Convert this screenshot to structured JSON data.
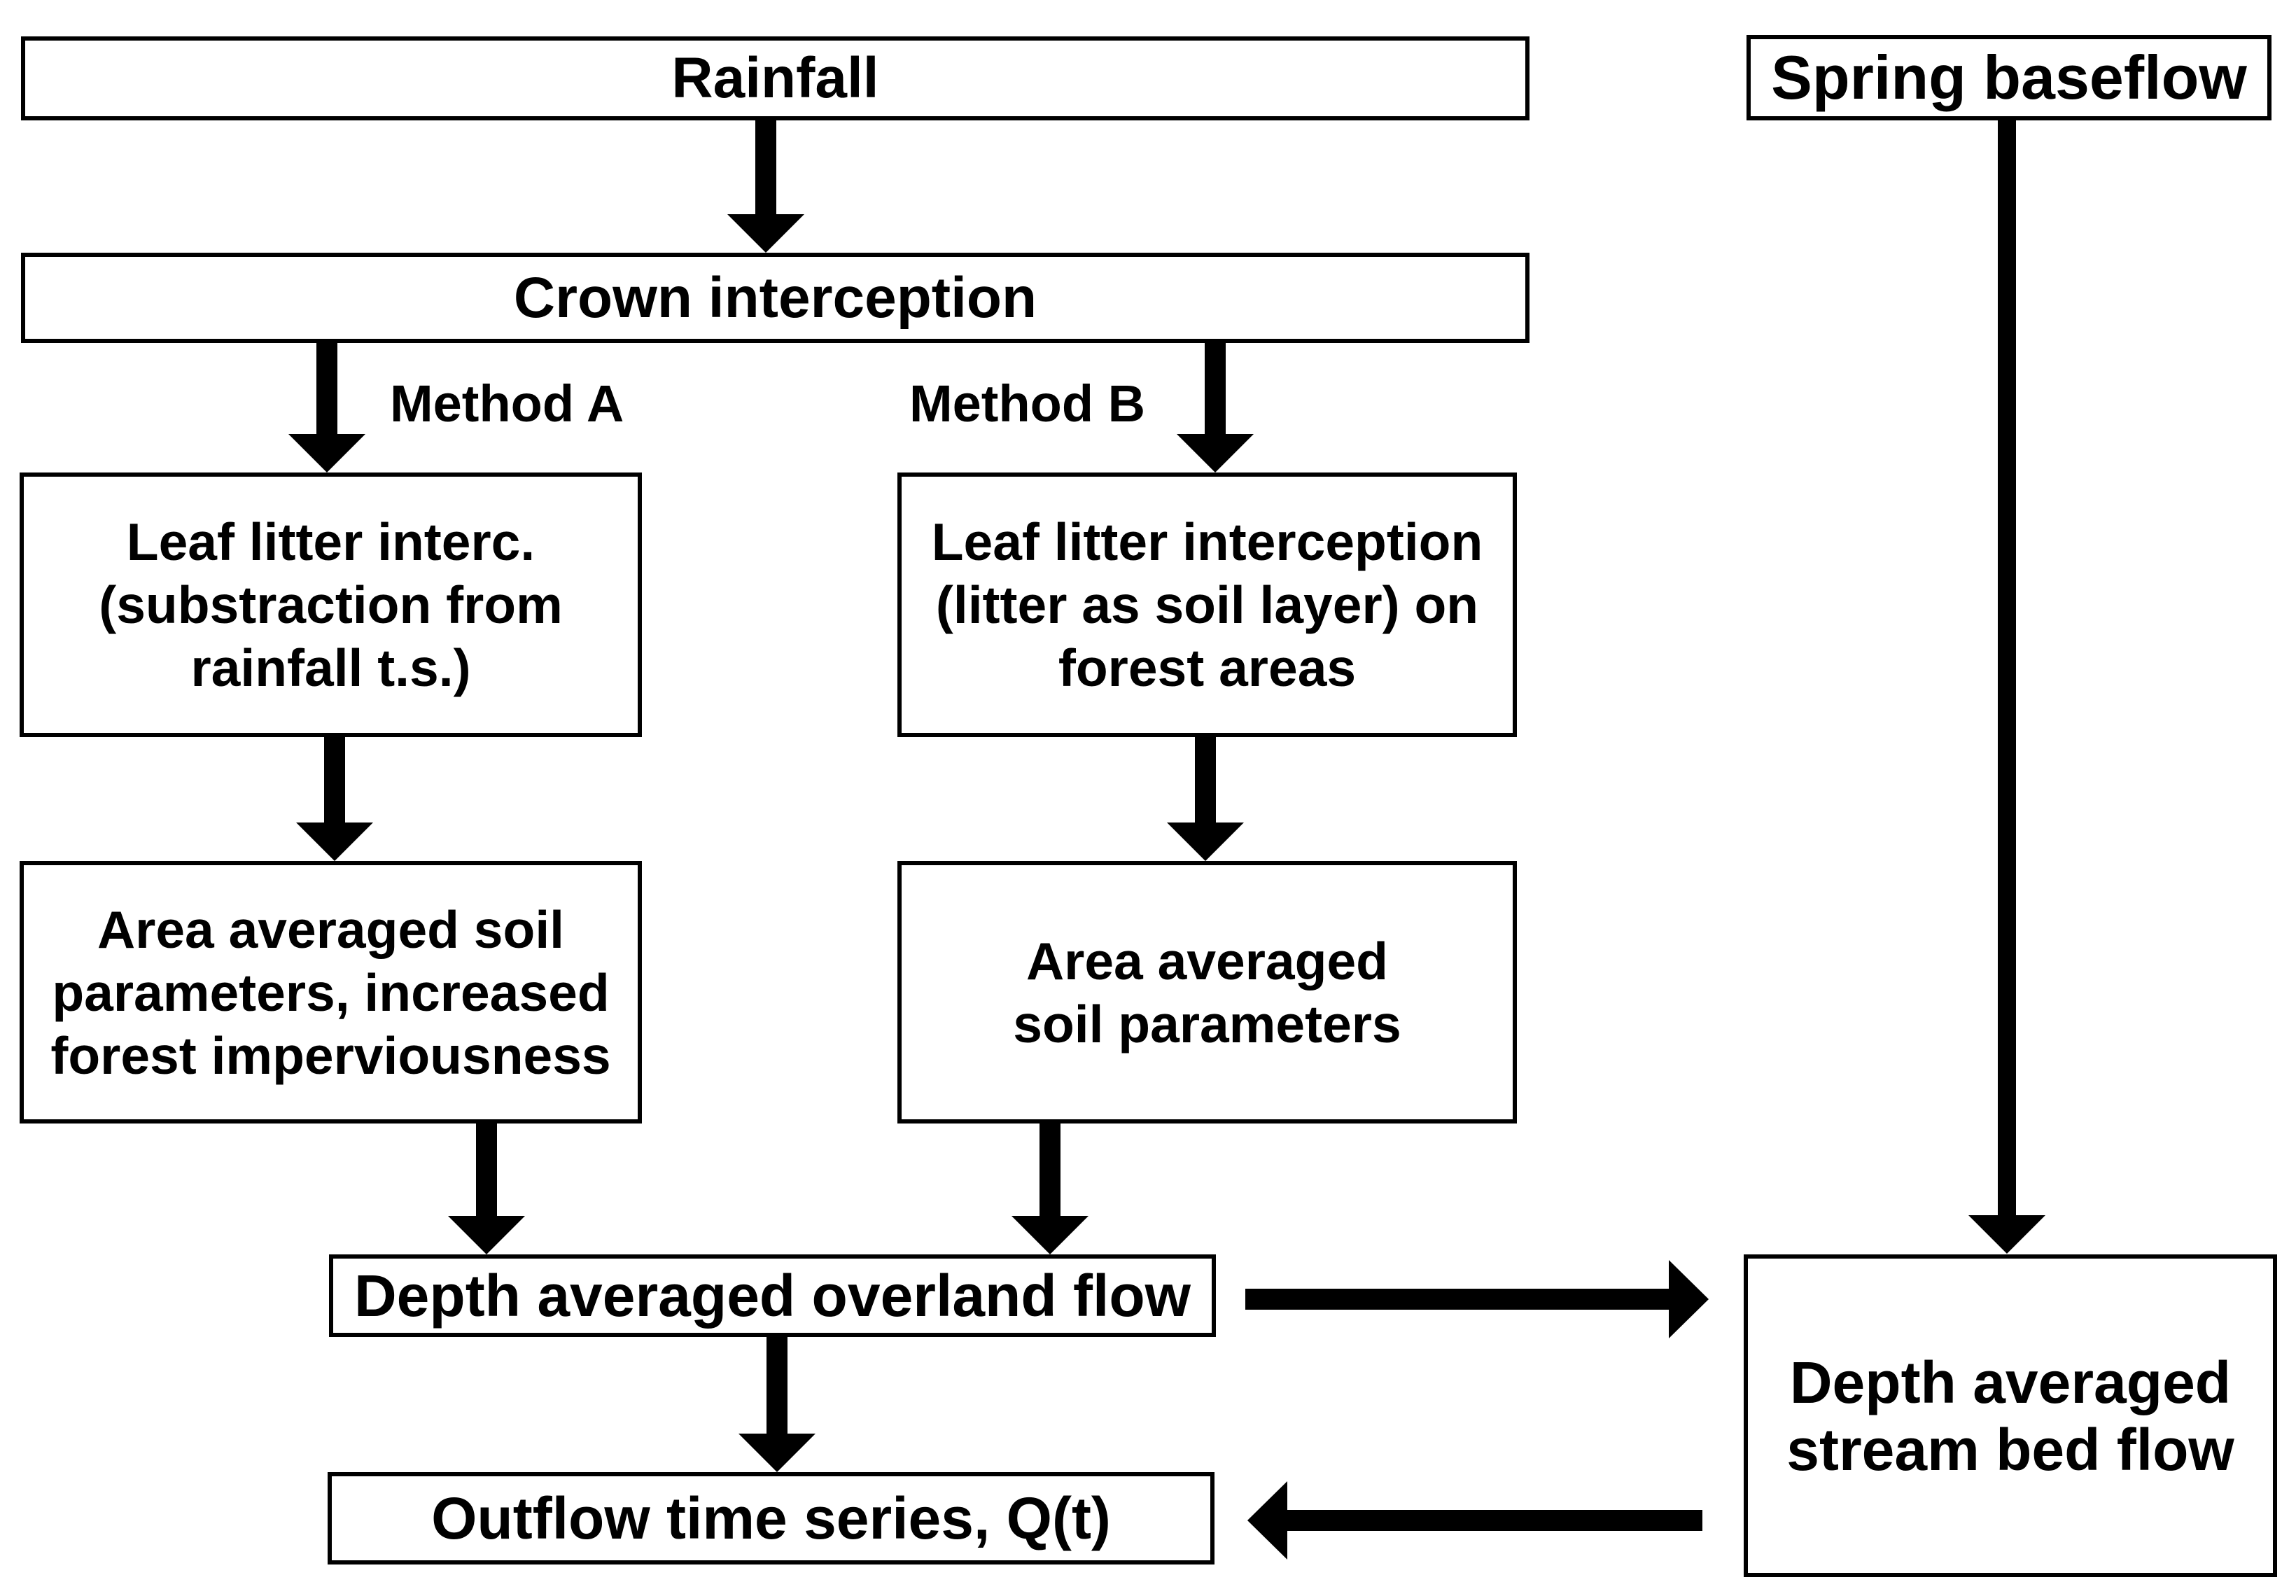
{
  "diagram": {
    "type": "flowchart",
    "colors": {
      "ink": "#000000",
      "paper": "#ffffff"
    },
    "nodes": {
      "rainfall": {
        "label": "Rainfall"
      },
      "crown_interception": {
        "label": "Crown interception"
      },
      "method_a": {
        "label": "Method A"
      },
      "method_b": {
        "label": "Method B"
      },
      "leaf_litter_a": {
        "lines": [
          "Leaf litter interc.",
          "(substraction from",
          "rainfall t.s.)"
        ]
      },
      "leaf_litter_b": {
        "lines": [
          "Leaf litter interception",
          "(litter as soil layer) on",
          "forest areas"
        ]
      },
      "soil_params_a": {
        "lines": [
          "Area averaged soil",
          "parameters, increased",
          "forest imperviousness"
        ]
      },
      "soil_params_b": {
        "lines": [
          "Area averaged",
          "soil parameters"
        ]
      },
      "overland_flow": {
        "label": "Depth averaged overland flow"
      },
      "outflow": {
        "label": "Outflow time series, Q(t)"
      },
      "spring_baseflow": {
        "label": "Spring baseflow"
      },
      "stream_bed_flow": {
        "lines": [
          "Depth averaged",
          "stream bed flow"
        ]
      }
    },
    "edges": [
      {
        "from": "rainfall",
        "to": "crown_interception"
      },
      {
        "from": "crown_interception",
        "to": "leaf_litter_a",
        "via": "Method A"
      },
      {
        "from": "crown_interception",
        "to": "leaf_litter_b",
        "via": "Method B"
      },
      {
        "from": "leaf_litter_a",
        "to": "soil_params_a"
      },
      {
        "from": "leaf_litter_b",
        "to": "soil_params_b"
      },
      {
        "from": "soil_params_a",
        "to": "overland_flow"
      },
      {
        "from": "soil_params_b",
        "to": "overland_flow"
      },
      {
        "from": "overland_flow",
        "to": "outflow"
      },
      {
        "from": "overland_flow",
        "to": "stream_bed_flow"
      },
      {
        "from": "spring_baseflow",
        "to": "stream_bed_flow"
      },
      {
        "from": "stream_bed_flow",
        "to": "outflow"
      }
    ]
  }
}
